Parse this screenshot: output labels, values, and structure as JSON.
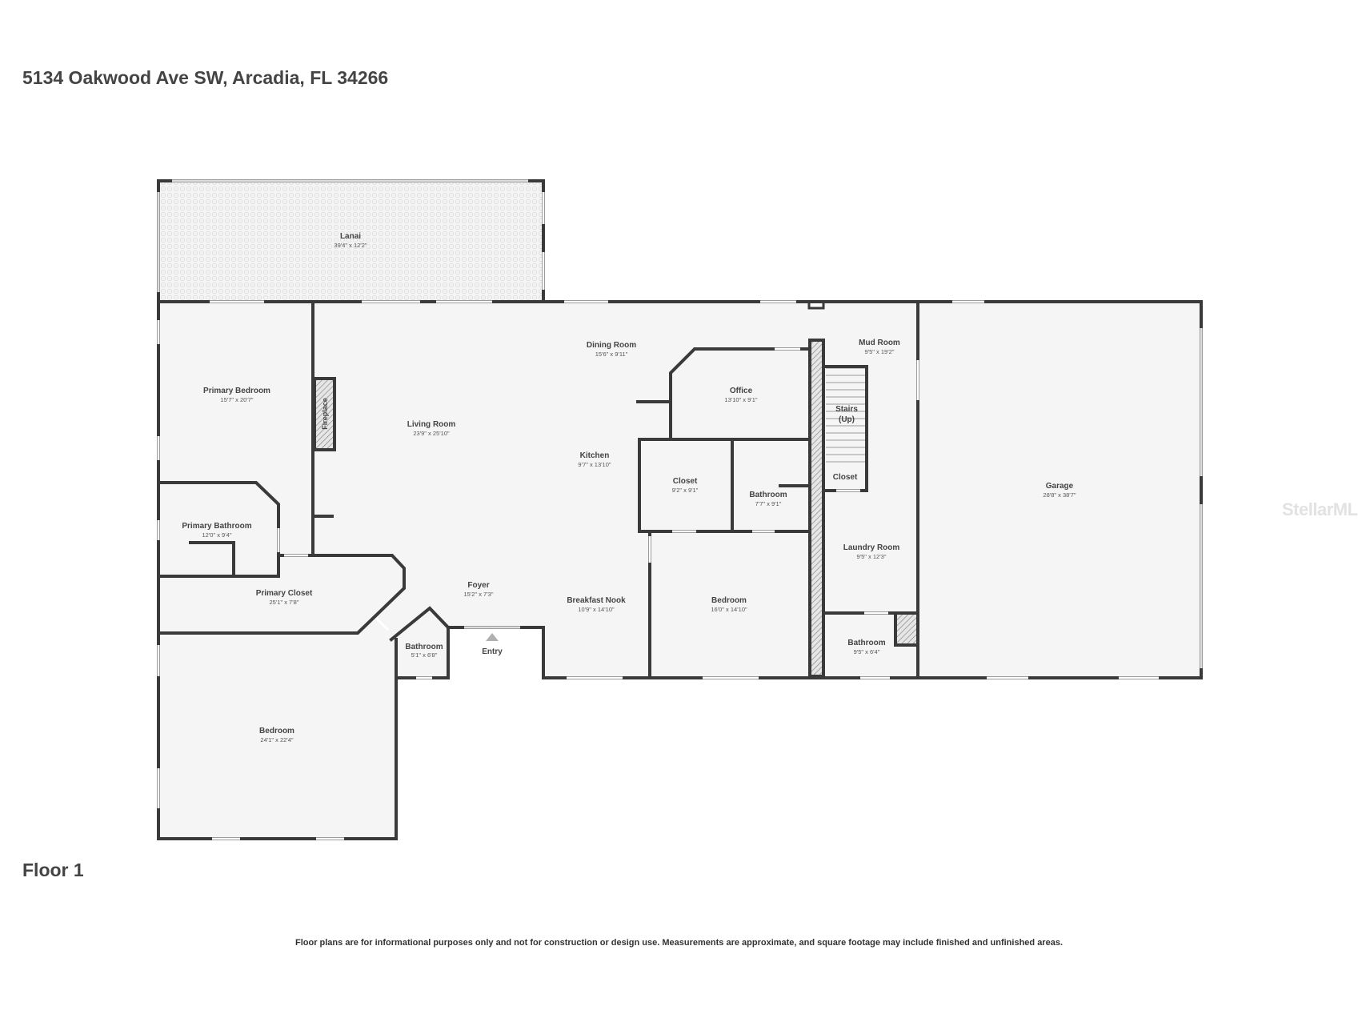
{
  "header": {
    "address": "5134 Oakwood Ave SW, Arcadia, FL 34266"
  },
  "footer": {
    "floor": "Floor 1",
    "disclaimer": "Floor plans are for informational purposes only and not for construction or design use. Measurements are approximate, and square footage may include finished and unfinished areas.",
    "watermark": "StellarMLS"
  },
  "colors": {
    "wall": "#3a3a3a",
    "floor": "#f5f5f5",
    "text": "#444444"
  },
  "rooms": {
    "lanai": {
      "name": "Lanai",
      "dims": "39'4\" x 12'2\""
    },
    "primary_bedroom": {
      "name": "Primary Bedroom",
      "dims": "15'7\" x 20'7\""
    },
    "living_room": {
      "name": "Living Room",
      "dims": "23'9\" x 25'10\""
    },
    "fireplace": {
      "name": "Fireplace"
    },
    "dining_room": {
      "name": "Dining Room",
      "dims": "15'6\" x 9'11\""
    },
    "office": {
      "name": "Office",
      "dims": "13'10\" x 9'1\""
    },
    "mud_room": {
      "name": "Mud Room",
      "dims": "9'5\" x 19'2\""
    },
    "stairs": {
      "name": "Stairs",
      "sub": "(Up)"
    },
    "kitchen": {
      "name": "Kitchen",
      "dims": "9'7\" x 13'10\""
    },
    "closet_center": {
      "name": "Closet",
      "dims": "9'2\" x 9'1\""
    },
    "bathroom_center": {
      "name": "Bathroom",
      "dims": "7'7\" x 9'1\""
    },
    "closet_small": {
      "name": "Closet"
    },
    "garage": {
      "name": "Garage",
      "dims": "28'8\" x 38'7\""
    },
    "primary_bathroom": {
      "name": "Primary Bathroom",
      "dims": "12'0\" x 9'4\""
    },
    "laundry_room": {
      "name": "Laundry Room",
      "dims": "9'5\" x 12'3\""
    },
    "primary_closet": {
      "name": "Primary Closet",
      "dims": "25'1\" x 7'8\""
    },
    "foyer": {
      "name": "Foyer",
      "dims": "15'2\" x 7'3\""
    },
    "breakfast_nook": {
      "name": "Breakfast Nook",
      "dims": "10'9\" x 14'10\""
    },
    "bedroom_center": {
      "name": "Bedroom",
      "dims": "16'0\" x 14'10\""
    },
    "bathroom_small": {
      "name": "Bathroom",
      "dims": "5'1\" x 6'8\""
    },
    "entry": {
      "name": "Entry"
    },
    "bathroom_right": {
      "name": "Bathroom",
      "dims": "9'5\" x 6'4\""
    },
    "bedroom_lower": {
      "name": "Bedroom",
      "dims": "24'1\" x 22'4\""
    }
  }
}
